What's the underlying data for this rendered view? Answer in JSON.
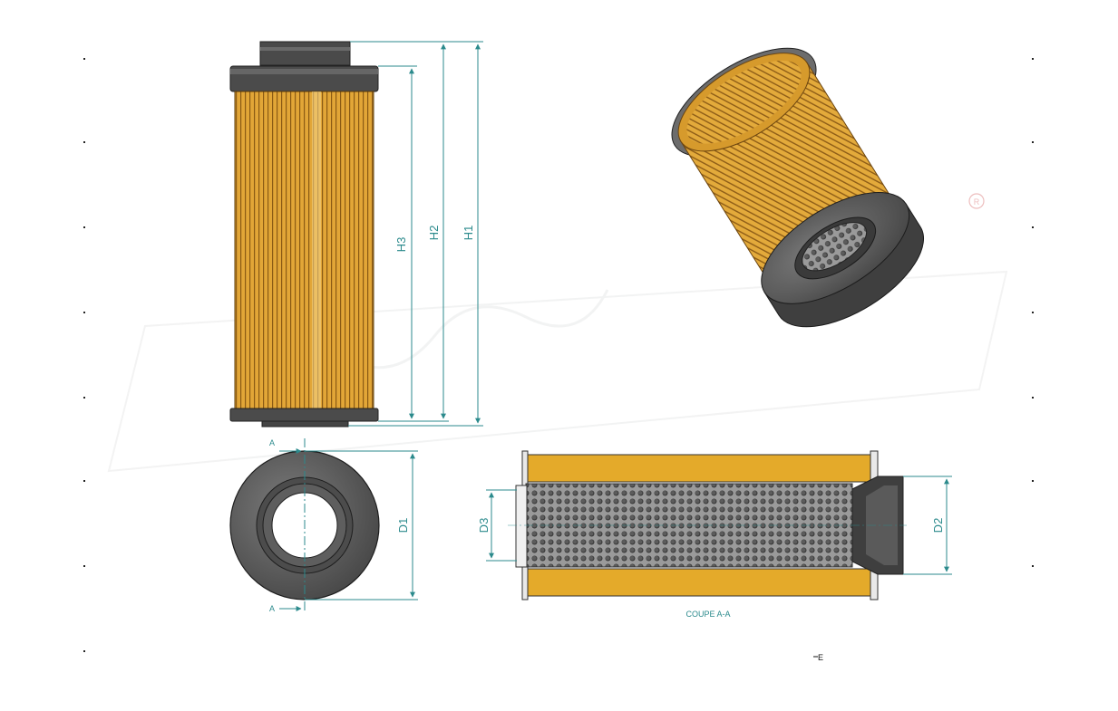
{
  "dimensions": {
    "h1": "H1",
    "h2": "H2",
    "h3": "H3",
    "d1": "D1",
    "d2": "D2",
    "d3": "D3"
  },
  "section": {
    "label": "COUPE A-A",
    "marker_top": "A",
    "marker_bottom": "A"
  },
  "misc": {
    "corner_mark": "E"
  },
  "colors": {
    "dimension_line": "#2b8a8c",
    "filter_media": "#e3a92a",
    "end_cap": "#5a5a5a",
    "end_cap_dark": "#3e3e3e",
    "background": "#ffffff"
  },
  "icons": [
    "side-view-filter",
    "isometric-filter",
    "end-view-filter",
    "section-view-filter",
    "registered-mark-icon"
  ]
}
